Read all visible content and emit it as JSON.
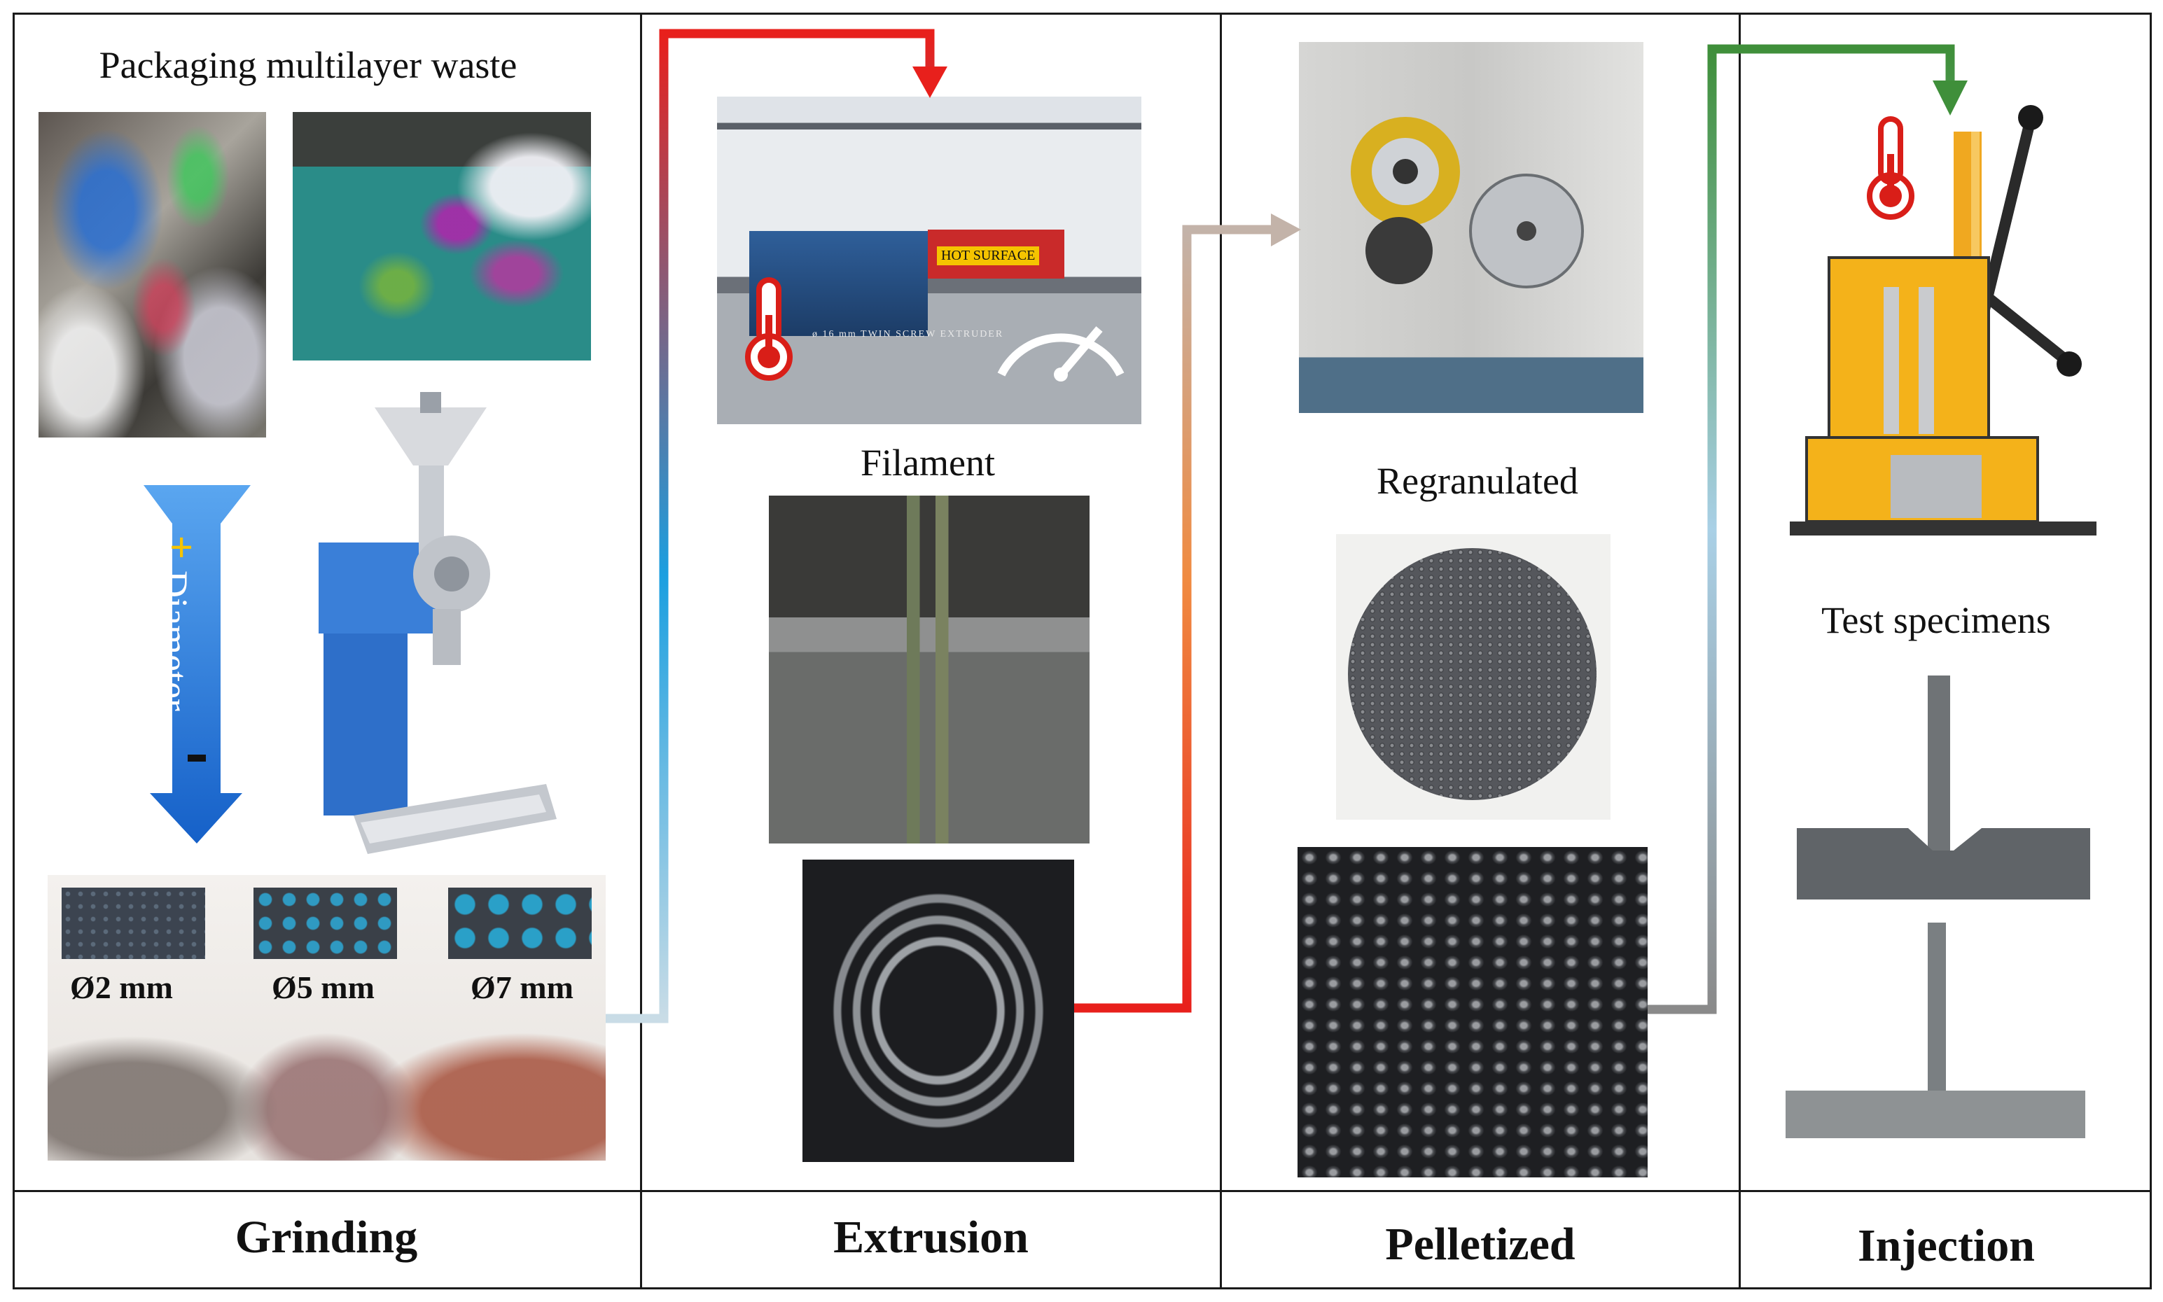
{
  "diagram": {
    "panels": {
      "grinding": {
        "title": "Grinding",
        "caption": "Packaging multilayer waste",
        "arrow_label": "Diameter",
        "arrow_plus": "+",
        "arrow_minus": "-",
        "sieves": [
          "Ø2 mm",
          "Ø5 mm",
          "Ø7 mm"
        ]
      },
      "extrusion": {
        "title": "Extrusion",
        "caption": "Filament",
        "machine_sign": "HOT SURFACE",
        "machine_plate": "ø 16 mm  TWIN SCREW  EXTRUDER"
      },
      "pelletized": {
        "title": "Pelletized",
        "caption": "Regranulated"
      },
      "injection": {
        "title": "Injection",
        "caption": "Test specimens"
      }
    },
    "icons": [
      "thermometer-icon",
      "pressure-gauge-icon"
    ],
    "colors": {
      "border": "#1a1a1a",
      "arrow_red": "#e8201c",
      "arrow_blue": "#3b8fd6",
      "arrow_green": "#3f8f3a",
      "arrow_tan": "#c2b2a8",
      "arrow_orange": "#f07a30"
    }
  }
}
